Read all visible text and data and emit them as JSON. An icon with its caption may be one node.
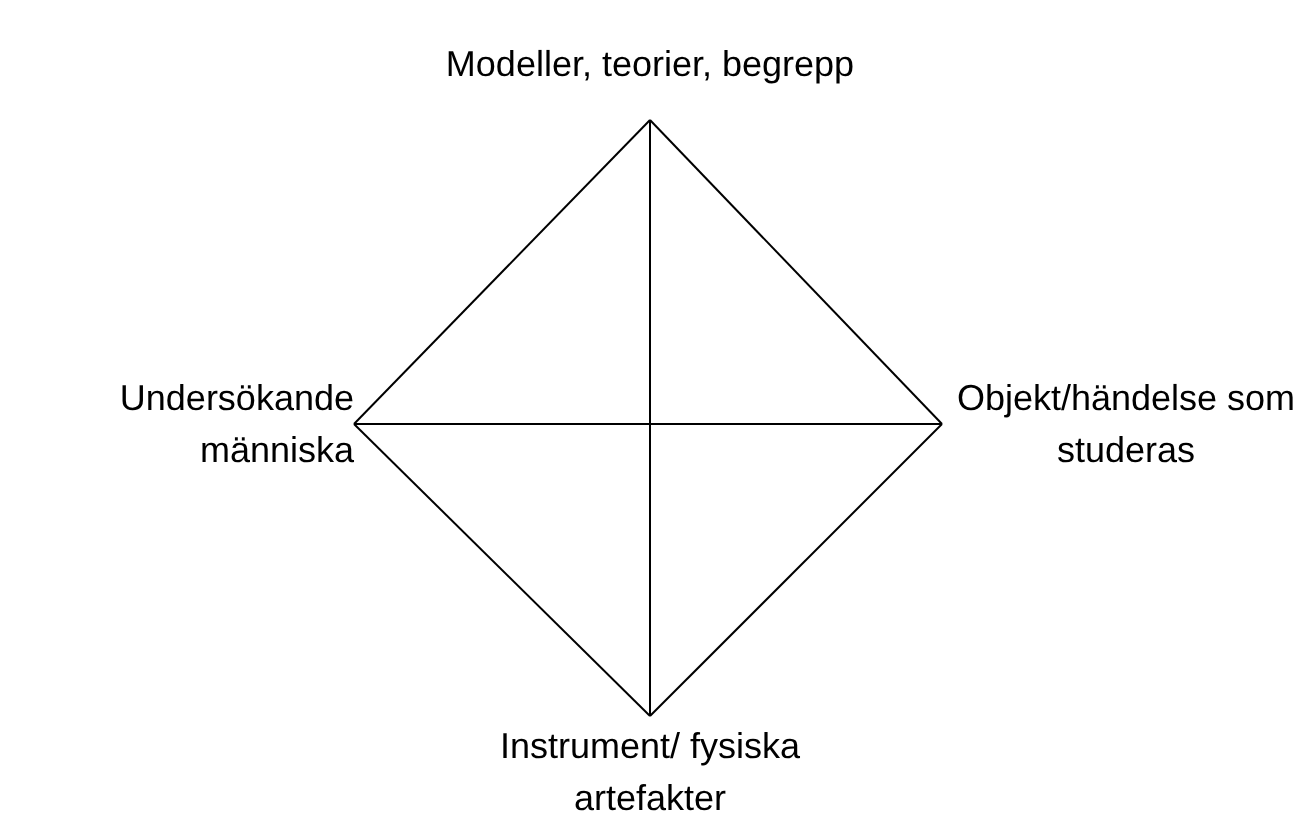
{
  "diagram": {
    "nodes": [
      {
        "text": [
          "Modeller, teorier, begrepp"
        ]
      },
      {
        "text": [
          "Undersökande människa"
        ]
      },
      {
        "text": [
          "Objekt/händelse som studeras"
        ]
      },
      {
        "text": [
          "Instrument/ fysiska artefakter"
        ]
      }
    ],
    "edges": [
      {
        "from": 0,
        "to": 1,
        "arrow": "none"
      },
      {
        "from": 0,
        "to": 2,
        "arrow": "none"
      },
      {
        "from": 1,
        "to": 3,
        "arrow": "none"
      },
      {
        "from": 2,
        "to": 3,
        "arrow": "none"
      },
      {
        "from": 0,
        "to": 3,
        "arrow": "none"
      },
      {
        "from": 1,
        "to": 2,
        "arrow": "none"
      }
    ]
  }
}
